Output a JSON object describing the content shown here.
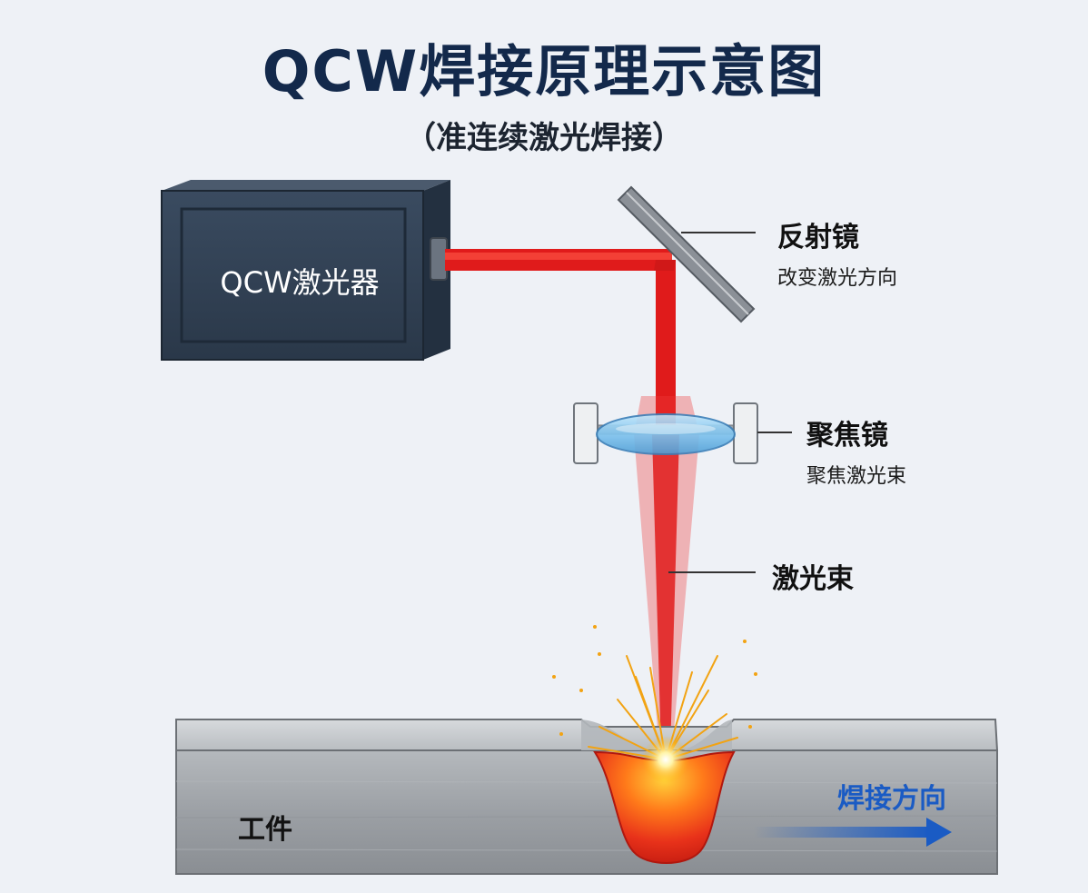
{
  "title": "QCW焊接原理示意图",
  "subtitle": "（准连续激光焊接）",
  "laser": {
    "label": "QCW激光器"
  },
  "mirror": {
    "label": "反射镜",
    "description": "改变激光方向"
  },
  "lens": {
    "label": "聚焦镜",
    "description": "聚焦激光束"
  },
  "beam": {
    "label": "激光束"
  },
  "workpiece": {
    "label": "工件"
  },
  "direction": {
    "label": "焊接方向"
  },
  "colors": {
    "title": "#13294b",
    "laser_body": "#2f3f52",
    "beam": "#e01b1b",
    "lens": "#7ec3ef",
    "molten_pool": "#e8321a",
    "workpiece": "#a9adb2",
    "direction_arrow": "#1a5bc4"
  }
}
